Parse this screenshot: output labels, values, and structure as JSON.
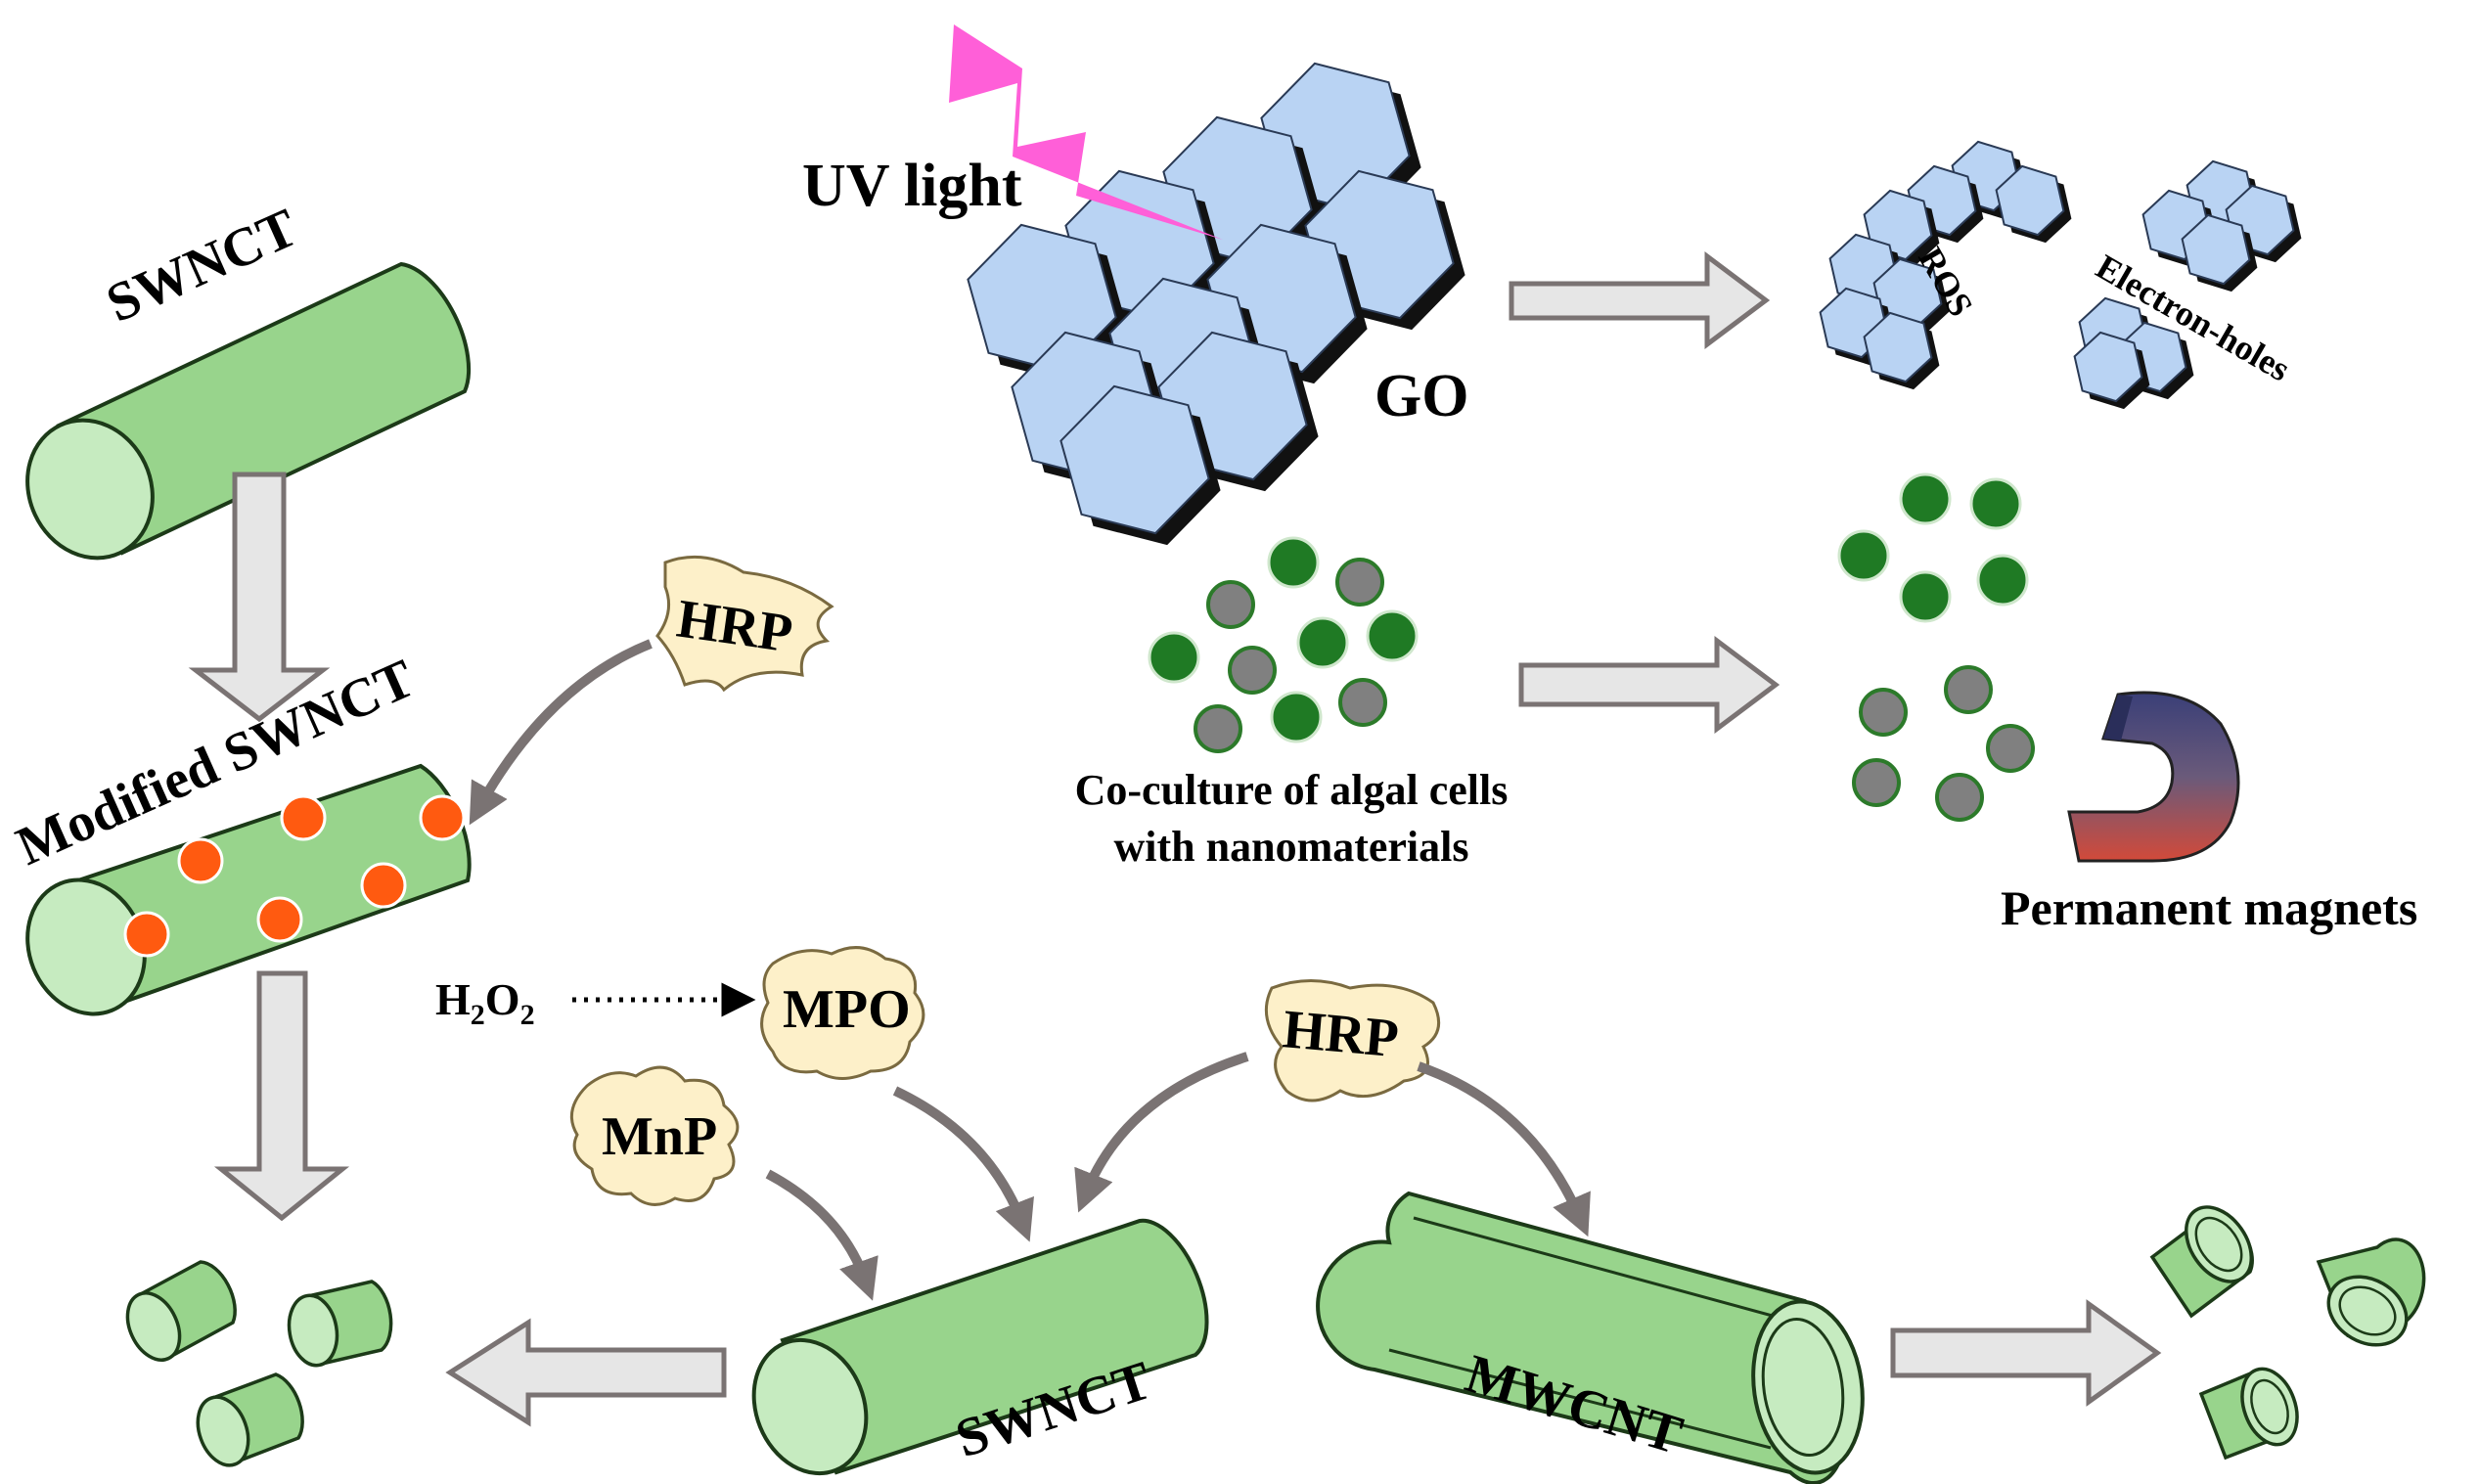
{
  "colors": {
    "tube_fill": "#98d48c",
    "tube_end": "#c6ebc0",
    "tube_stroke": "#1c3a18",
    "hex_fill": "#b9d3f3",
    "hex_shadow": "#111111",
    "uv_light": "#ff5fd8",
    "enzyme_fill": "#fdf0c9",
    "dot_orange": "#ff5a10",
    "cell_green": "#1f7a24",
    "cell_gray": "#808080",
    "arrow_gray": "#7a7373",
    "block_arrow_fill": "#e6e6e6"
  },
  "labels": {
    "swnct_top": "SWNCT",
    "modified_swnct": "Modified SWNCT",
    "uv_light": "UV light",
    "go": "GO",
    "ros": "ROS",
    "electron_holes": "Electron-holes",
    "coculture_line1": "Co-culture of algal cells",
    "coculture_line2": "with nanomaterials",
    "permanent_magnets": "Permanent magnets",
    "h2o2_main": "H",
    "h2o2_sub1": "2",
    "h2o2_o": "O",
    "h2o2_sub2": "2",
    "swnct_bottom": "SWNCT",
    "mwcnt": "MWCNT"
  },
  "enzymes": {
    "hrp_left": "HRP",
    "mpo": "MPO",
    "mnp": "MnP",
    "hrp_right": "HRP"
  }
}
